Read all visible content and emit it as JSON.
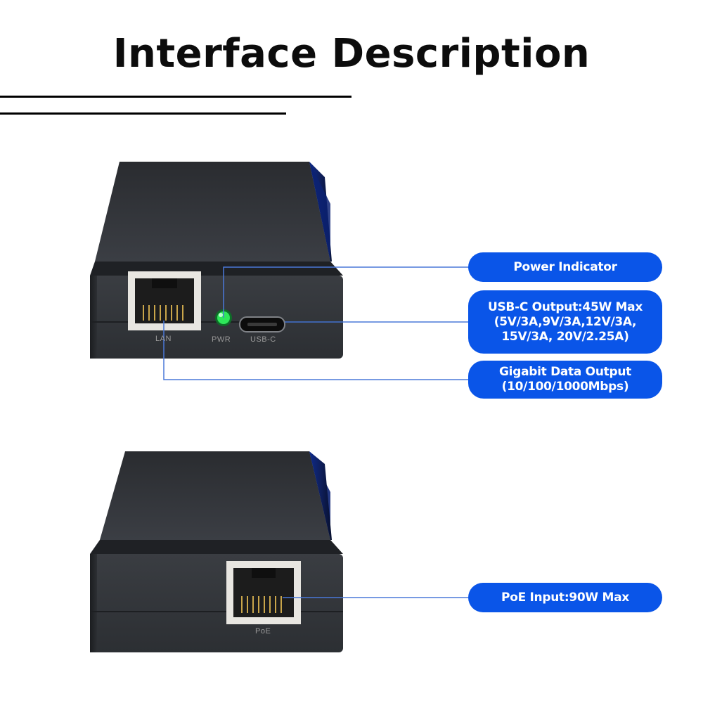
{
  "title": "Interface Description",
  "device_top": {
    "port_labels": {
      "lan": "LAN",
      "pwr": "PWR",
      "usbc": "USB-C"
    }
  },
  "device_bottom": {
    "port_labels": {
      "poe": "PoE"
    }
  },
  "callouts": {
    "power_indicator": "Power Indicator",
    "usbc_output": {
      "line1": "USB-C Output:45W Max",
      "line2": "(5V/3A,9V/3A,12V/3A,",
      "line3": "15V/3A, 20V/2.25A)"
    },
    "gigabit": {
      "line1": "Gigabit Data Output",
      "line2": "(10/100/1000Mbps)"
    },
    "poe_input": "PoE Input:90W Max"
  },
  "colors": {
    "accent": "#0a55e8",
    "device_body": "#2e3136",
    "led": "#2ee85a"
  }
}
